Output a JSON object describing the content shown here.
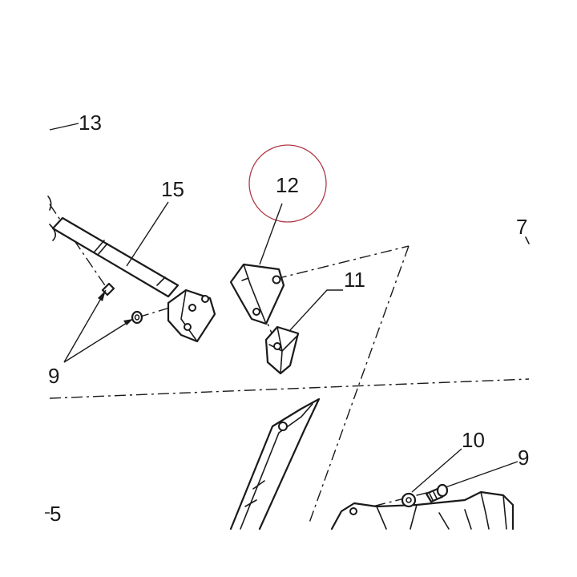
{
  "callouts": {
    "c13": "13",
    "c15": "15",
    "c12": "12",
    "c11": "11",
    "c7": "7",
    "c9_left": "9",
    "c10": "10",
    "c9_right": "9",
    "c5": "5"
  },
  "highlight": {
    "color": "#b03a48",
    "target": "12"
  },
  "colors": {
    "ink": "#1a1a1a",
    "paper": "#ffffff"
  }
}
